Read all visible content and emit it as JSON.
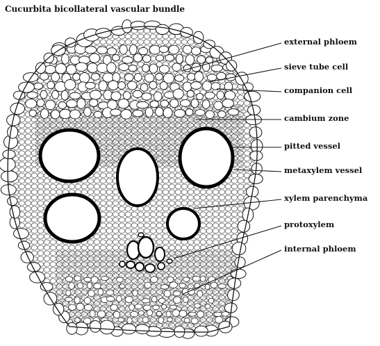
{
  "title": "Cucurbita bicollateral vascular bundle",
  "labels": [
    {
      "id": "external-phloem",
      "text": "external phloem"
    },
    {
      "id": "sieve-tube-cell",
      "text": "sieve tube cell"
    },
    {
      "id": "companion-cell",
      "text": "companion cell"
    },
    {
      "id": "cambium-zone",
      "text": "cambium zone"
    },
    {
      "id": "pitted-vessel",
      "text": "pitted vessel"
    },
    {
      "id": "metaxylem-vessel",
      "text": "metaxylem vessel"
    },
    {
      "id": "xylem-parenchyma",
      "text": "xylem parenchyma"
    },
    {
      "id": "protoxylem",
      "text": "protoxylem"
    },
    {
      "id": "internal-phloem",
      "text": "internal phloem"
    }
  ]
}
